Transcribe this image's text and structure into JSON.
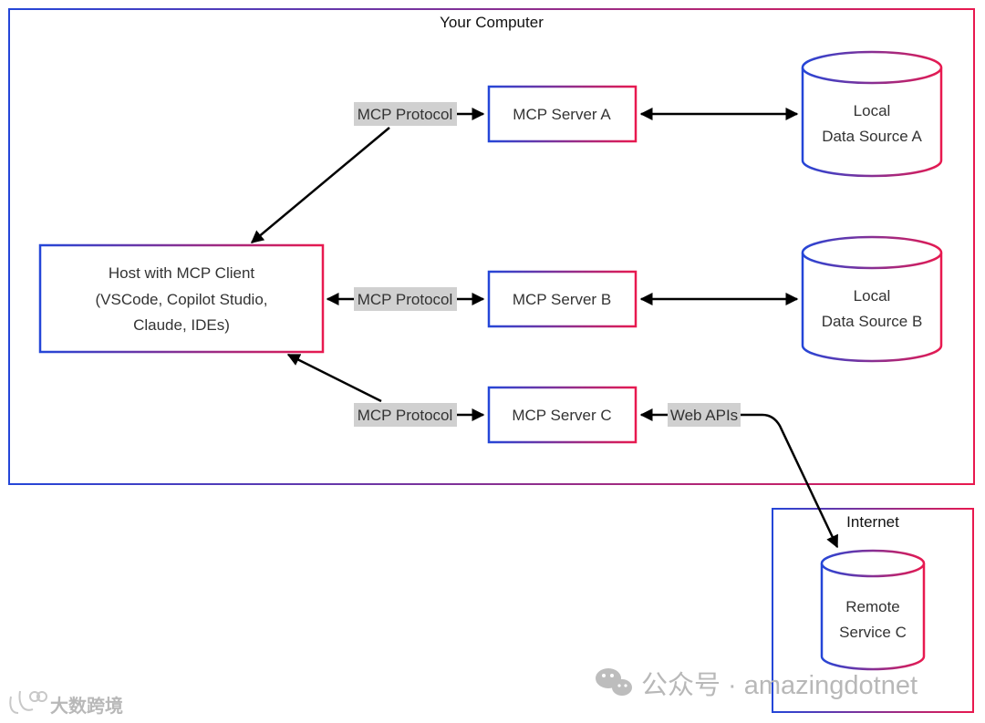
{
  "groups": {
    "computer": "Your Computer",
    "internet": "Internet"
  },
  "nodes": {
    "host": [
      "Host with MCP Client",
      "(VSCode, Copilot Studio,",
      "Claude, IDEs)"
    ],
    "server_a": "MCP Server A",
    "server_b": "MCP Server B",
    "server_c": "MCP Server C",
    "data_a": [
      "Local",
      "Data Source A"
    ],
    "data_b": [
      "Local",
      "Data Source B"
    ],
    "remote_c": [
      "Remote",
      "Service C"
    ]
  },
  "edge_labels": {
    "proto_a": "MCP Protocol",
    "proto_b": "MCP Protocol",
    "proto_c": "MCP Protocol",
    "web_apis": "Web APIs"
  },
  "watermarks": {
    "channel": "公众号 · amazingdotnet",
    "brand": "大数跨境",
    "wechat_icon": "wechat-icon",
    "brand_logo": "brand-logo"
  },
  "colors": {
    "gradient_start": "#2446d8",
    "gradient_end": "#e8194f",
    "label_bg": "#d0d0d0",
    "arrow": "#000000",
    "watermark": "#b8b8b8"
  }
}
